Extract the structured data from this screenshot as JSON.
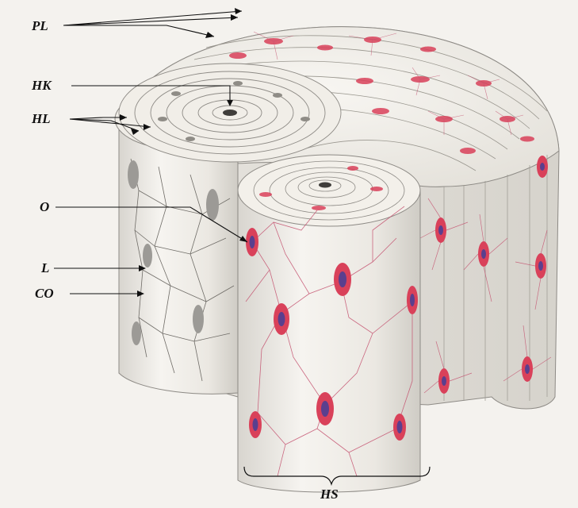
{
  "labels": {
    "pl": "PL",
    "hk": "HK",
    "hl": "HL",
    "o": "O",
    "l": "L",
    "co": "CO",
    "hs": "HS"
  },
  "colors": {
    "bone": "#efece6",
    "lamella_line": "#8d8a85",
    "osteocyte": "#d9415a",
    "nucleus": "#5a3f8e",
    "canaliculi": "#c4506e",
    "grey_cell": "#9c9a96"
  }
}
